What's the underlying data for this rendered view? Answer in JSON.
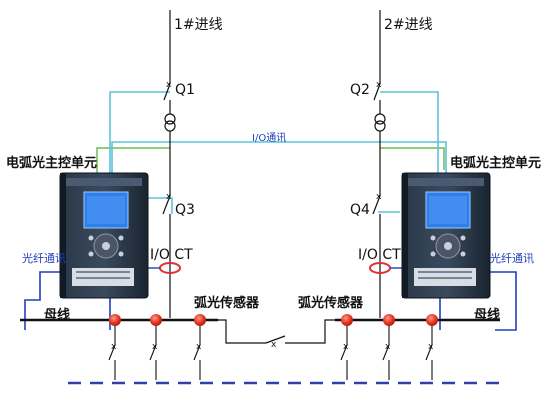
{
  "diagram": {
    "incomer_1": "1#进线",
    "incomer_2": "2#进线",
    "breaker_q1": "Q1",
    "breaker_q2": "Q2",
    "breaker_q3": "Q3",
    "breaker_q4": "Q4",
    "io_comm": "I/O通讯",
    "main_unit_left": "电弧光主控单元",
    "main_unit_right": "电弧光主控单元",
    "fiber_comm_left": "光纤通讯",
    "fiber_comm_right": "光纤通讯",
    "io_ct_left": "I/O CT",
    "io_ct_right": "I/O CT",
    "arc_sensor_left": "弧光传感器",
    "arc_sensor_right": "弧光传感器",
    "busbar_left": "母线",
    "busbar_right": "母线"
  },
  "colors": {
    "line": "#111111",
    "io_signal": "#5bc3d8",
    "ct_link": "#6bbf4a",
    "fiber": "#1f3fbf",
    "sensor": "#e03030",
    "device_body": "#1e2a38",
    "screen": "#2f7fe8"
  }
}
